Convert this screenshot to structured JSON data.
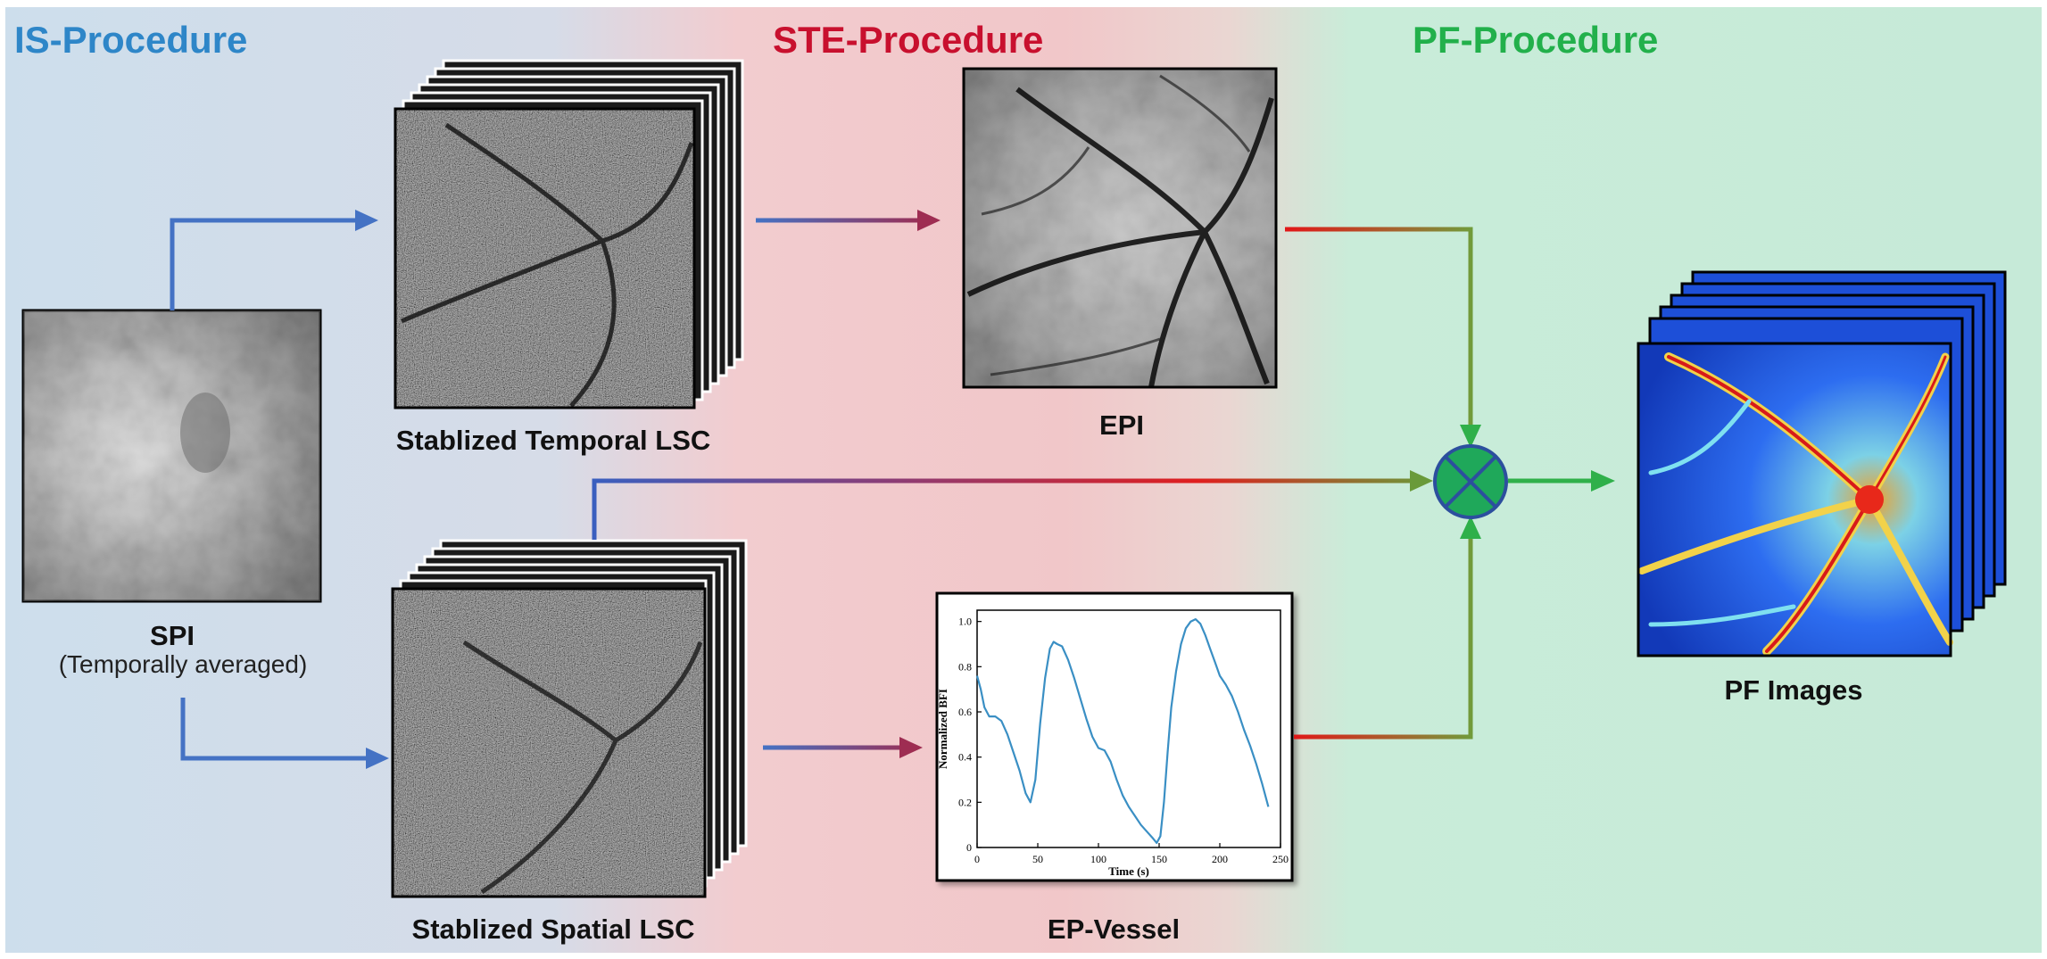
{
  "sections": {
    "is": {
      "title": "IS-Procedure",
      "color": "#2e86c8"
    },
    "ste": {
      "title": "STE-Procedure",
      "color": "#c8102e"
    },
    "pf": {
      "title": "PF-Procedure",
      "color": "#22b04b"
    }
  },
  "captions": {
    "spi": "SPI",
    "spi_sub": "(Temporally averaged)",
    "temporal": "Stablized Temporal LSC",
    "spatial": "Stablized Spatial LSC",
    "epi": "EPI",
    "ep_vessel": "EP-Vessel",
    "pf_images": "PF Images"
  },
  "colors": {
    "arrow_blue": "#4472c4",
    "arrow_red": "#e02020",
    "arrow_green": "#2fb04a",
    "combiner_fill": "#1fa85a",
    "combiner_stroke": "#2c4f9e"
  },
  "chart_data": {
    "type": "line",
    "xlabel": "Time (s)",
    "ylabel": "Normalized BFI",
    "xlim": [
      0,
      250
    ],
    "ylim": [
      0,
      1.05
    ],
    "xticks": [
      0,
      50,
      100,
      150,
      200,
      250
    ],
    "yticks": [
      0,
      0.2,
      0.4,
      0.6,
      0.8,
      1.0
    ],
    "ytick_labels": [
      "0",
      "0.2",
      "0.4",
      "0.6",
      "0.8",
      "1.0"
    ],
    "grid": false,
    "line_color": "#3a8fc4",
    "series": [
      {
        "x": [
          0,
          3,
          6,
          10,
          15,
          20,
          25,
          30,
          35,
          40,
          44,
          48,
          52,
          56,
          60,
          63,
          66,
          70,
          75,
          80,
          85,
          90,
          95,
          100,
          105,
          110,
          115,
          120,
          125,
          130,
          135,
          140,
          145,
          148,
          151,
          154,
          157,
          160,
          164,
          168,
          172,
          176,
          180,
          184,
          188,
          192,
          196,
          200,
          205,
          210,
          215,
          220,
          225,
          230,
          235,
          240
        ],
        "y": [
          0.76,
          0.7,
          0.62,
          0.58,
          0.58,
          0.56,
          0.5,
          0.42,
          0.34,
          0.24,
          0.2,
          0.3,
          0.55,
          0.75,
          0.88,
          0.91,
          0.9,
          0.89,
          0.83,
          0.75,
          0.66,
          0.57,
          0.49,
          0.44,
          0.43,
          0.38,
          0.3,
          0.23,
          0.18,
          0.14,
          0.1,
          0.07,
          0.04,
          0.02,
          0.05,
          0.2,
          0.42,
          0.62,
          0.78,
          0.9,
          0.97,
          1.0,
          1.01,
          0.99,
          0.94,
          0.88,
          0.82,
          0.76,
          0.72,
          0.67,
          0.6,
          0.52,
          0.45,
          0.37,
          0.28,
          0.18
        ]
      }
    ]
  }
}
